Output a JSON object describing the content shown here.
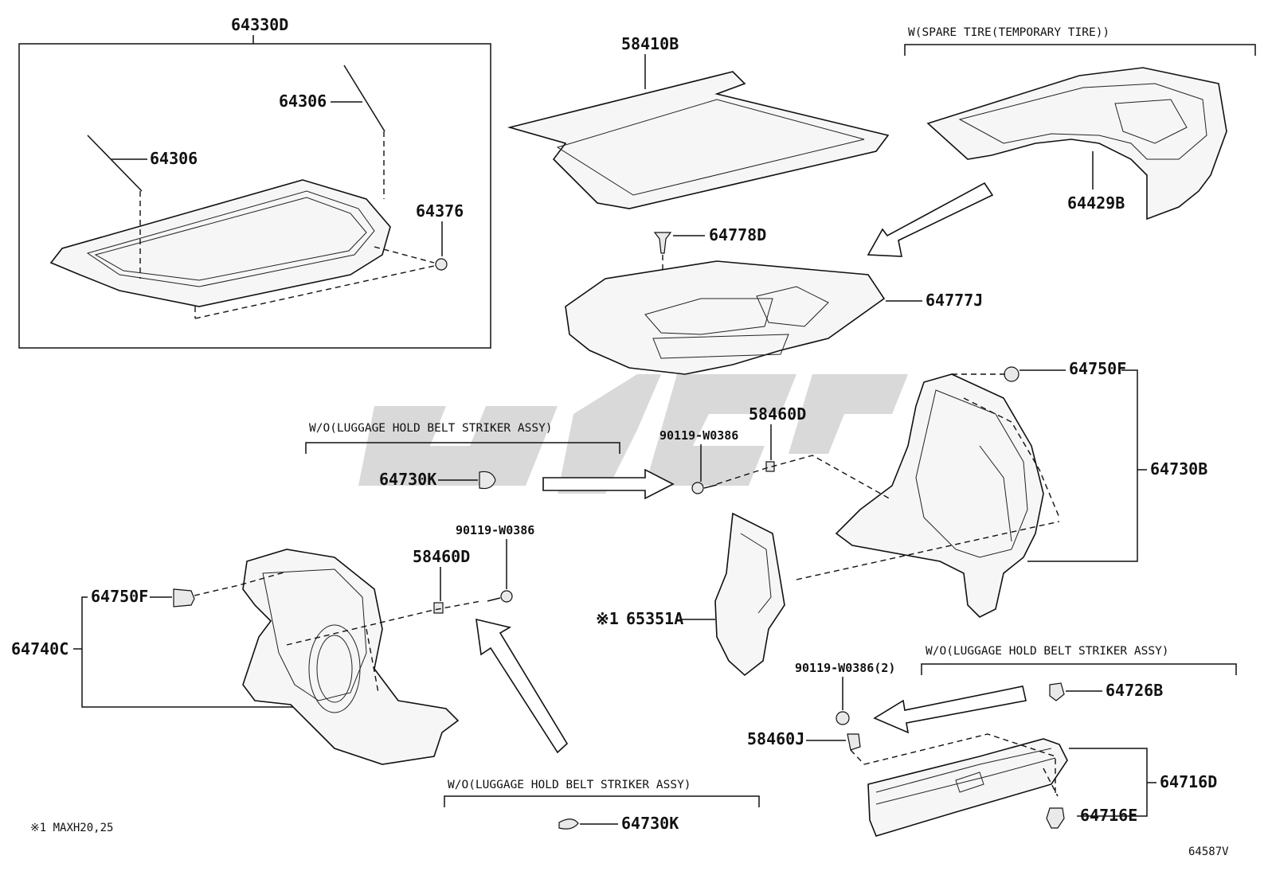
{
  "diagram": {
    "labels": {
      "p64330D": "64330D",
      "p64306a": "64306",
      "p64306b": "64306",
      "p64376": "64376",
      "p58410B": "58410B",
      "p64429B": "64429B",
      "p64778D": "64778D",
      "p64777J": "64777J",
      "p64750F_r": "64750F",
      "p64730B": "64730B",
      "p58460D_r": "58460D",
      "p90119_r": "90119-W0386",
      "p64730K_mid": "64730K",
      "p90119_l": "90119-W0386",
      "p58460D_l": "58460D",
      "p64750F_l": "64750F",
      "p64740C": "64740C",
      "p65351A": "65351A",
      "p90119_2": "90119-W0386(2)",
      "p64726B": "64726B",
      "p58460J": "58460J",
      "p64716D": "64716D",
      "p64716E": "64716E",
      "p64730K_bot": "64730K"
    },
    "conditions": {
      "spare_tire": "W(SPARE TIRE(TEMPORARY TIRE))",
      "wo_belt_mid": "W/O(LUGGAGE HOLD BELT STRIKER ASSY)",
      "wo_belt_right": "W/O(LUGGAGE HOLD BELT STRIKER ASSY)",
      "wo_belt_bottom": "W/O(LUGGAGE HOLD BELT STRIKER ASSY)"
    },
    "note_mark": "※1",
    "footnote": "※1 MAXH20,25",
    "diagram_code": "64587V"
  }
}
